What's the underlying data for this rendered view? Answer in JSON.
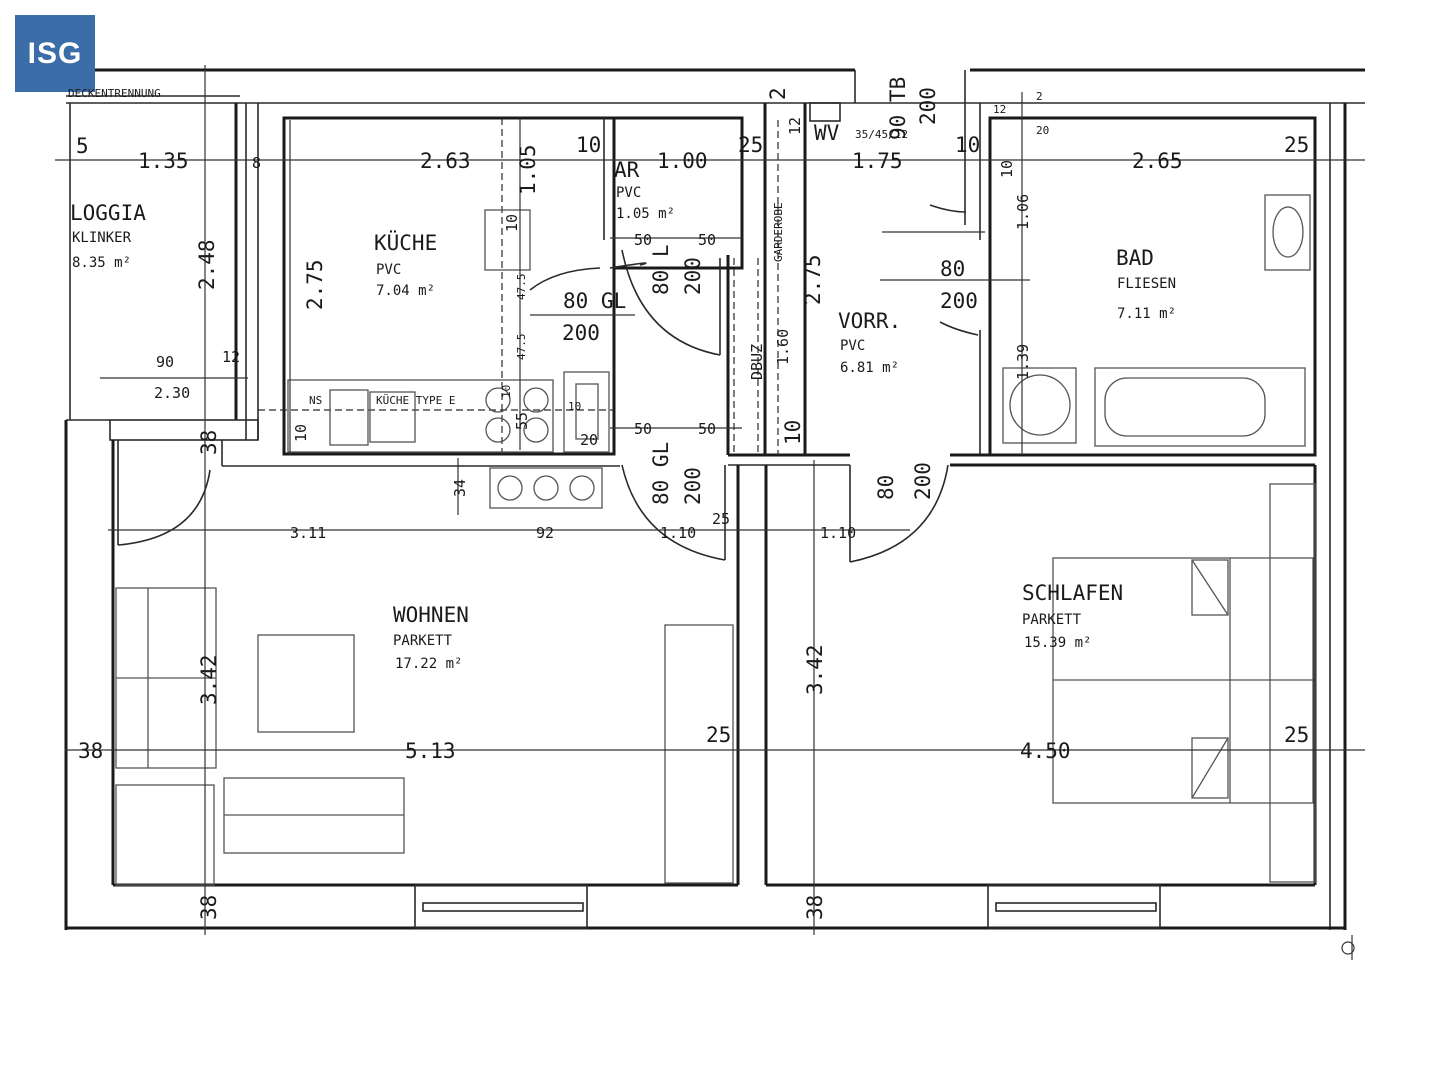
{
  "logo": {
    "text": "ISG",
    "color": "#3b6ea8"
  },
  "rooms": {
    "loggia": {
      "name": "LOGGIA",
      "material": "KLINKER",
      "area": "8.35 m²"
    },
    "kueche": {
      "name": "KÜCHE",
      "material": "PVC",
      "area": "7.04 m²"
    },
    "ar": {
      "name": "AR",
      "material": "PVC",
      "area": "1.05 m²"
    },
    "vorr": {
      "name": "VORR.",
      "material": "PVC",
      "area": "6.81 m²"
    },
    "bad": {
      "name": "BAD",
      "material": "FLIESEN",
      "area": "7.11 m²"
    },
    "wohnen": {
      "name": "WOHNEN",
      "material": "PARKETT",
      "area": "17.22 m²"
    },
    "schlafen": {
      "name": "SCHLAFEN",
      "material": "PARKETT",
      "area": "15.39 m²"
    }
  },
  "labels": {
    "deckentrennung": "DECKENTRENNUNG",
    "kueche_type": "KÜCHE  TYPE E",
    "ns": "NS",
    "wv": "WV",
    "dbuz": "DBUZ",
    "garderobe": "GARDEROBE",
    "tb": "90 TB",
    "tb200": "200",
    "schacht": "35/45/12"
  },
  "dimensions": {
    "top_5": "5",
    "top_135": "1.35",
    "top_8": "8",
    "top_263": "2.63",
    "top_10a": "10",
    "top_100": "1.00",
    "top_25a": "25",
    "top_175": "1.75",
    "top_10b": "10",
    "top_265": "2.65",
    "top_25b": "25",
    "top_10c": "10",
    "v_248": "2.48",
    "v_275a": "2.75",
    "v_105": "1.05",
    "v_10k": "10",
    "v_275b": "2.75",
    "v_160": "1.60",
    "v_106": "1.06",
    "v_139": "1.39",
    "v_10": "10",
    "v_342a": "3.42",
    "v_342b": "3.42",
    "v_38a": "38",
    "v_38b": "38",
    "v_38c": "38",
    "v_2": "2",
    "v_12": "12",
    "v_34": "34",
    "v_20": "20",
    "v_55": "55",
    "v_10s": "10",
    "v_20b": "20",
    "v_12b": "12",
    "v_10b": "10",
    "v_2b": "2",
    "h_90": "90",
    "h_230": "2.30",
    "h_12": "12",
    "door_80gl": "80  GL",
    "door_200a": "200",
    "door_80l": "80  L",
    "door_200b": "200",
    "door_80b": "80",
    "door_200c": "200",
    "door_80gl2": "80  GL",
    "door_200d": "200",
    "door_80c": "80",
    "door_200e": "200",
    "ar_50a": "50",
    "ar_50b": "50",
    "ar_50c": "50",
    "ar_50d": "50",
    "h_311": "3.11",
    "h_92": "92",
    "h_110a": "1.10",
    "h_25": "25",
    "h_110b": "1.10",
    "b_38": "38",
    "b_513": "5.13",
    "b_25a": "25",
    "b_450": "4.50",
    "b_25b": "25",
    "k_475a": "47.5",
    "k_475b": "47.5",
    "k_10": "10"
  }
}
